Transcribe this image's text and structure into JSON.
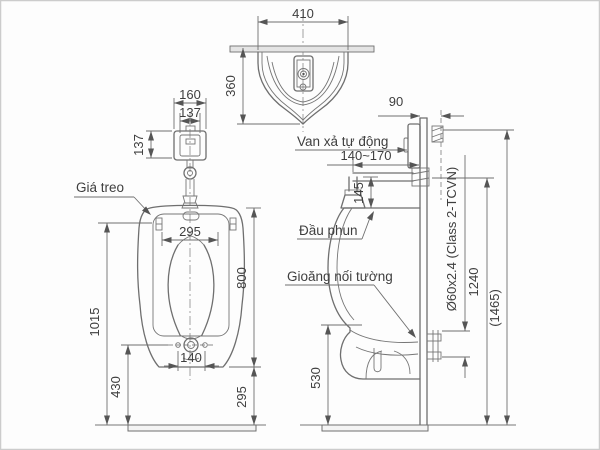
{
  "drawing": {
    "type": "technical-installation-diagram",
    "subject": "wall-hung urinal with auto flush valve",
    "colors": {
      "line": "#6f6f6f",
      "text": "#3e3e3e",
      "background": "#fdfdfd",
      "frame": "#cccccc"
    }
  },
  "labels": {
    "hanger": "Giá treo",
    "auto_flush_valve": "Van xả tự động",
    "spray_head": "Đầu phun",
    "wall_gasket": "Gioăng nối tường",
    "pipe_spec": "Ø60x2.4 (Class 2-TCVN)"
  },
  "dimensions": {
    "top_width": "410",
    "top_depth": "360",
    "wall_offset": "90",
    "valve_outer_width": "160",
    "valve_inner_width": "137",
    "valve_height": "137",
    "rim_inner_width": "295",
    "body_height": "800",
    "mount_to_floor": "1015",
    "drain_bolt_spacing": "140",
    "drain_to_floor": "430",
    "body_bottom_to_floor": "295",
    "inlet_to_wall_range": "140~170",
    "spud_height": "145",
    "outlet_to_floor": "530",
    "supply_to_floor": "1240",
    "total_to_floor": "(1465)"
  }
}
